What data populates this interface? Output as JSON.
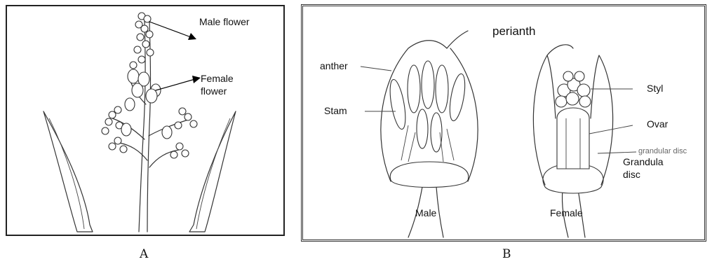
{
  "panel_a": {
    "caption": "A",
    "labels": {
      "male_flower": "Male flower",
      "female_flower_line1": "Female",
      "female_flower_line2": "flower"
    }
  },
  "panel_b": {
    "caption": "B",
    "labels": {
      "perianth": "perianth",
      "anther": "anther",
      "stamen": "Stam",
      "male": "Male",
      "female": "Female",
      "style": "Styl",
      "ovary": "Ovar",
      "glandular_disc_overlay": "grandular disc",
      "glandular_disc_line1": "Grandula",
      "glandular_disc_line2": "disc"
    }
  }
}
